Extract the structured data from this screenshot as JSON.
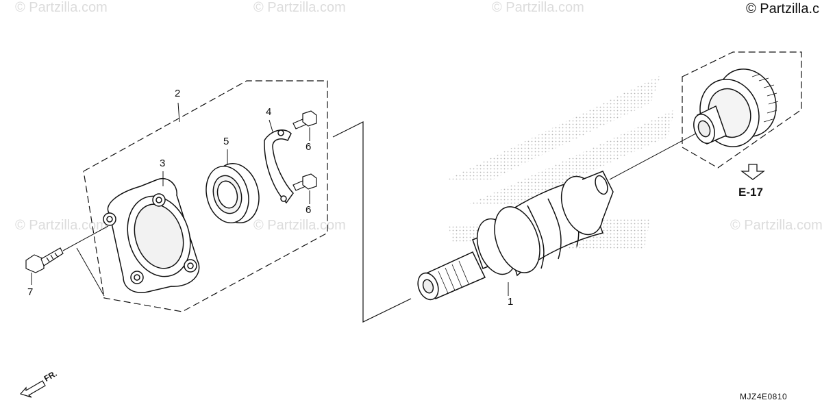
{
  "watermarks": {
    "text": "© Partzilla.com",
    "copyright": "© Partzilla.c"
  },
  "callouts": [
    "1",
    "2",
    "3",
    "4",
    "5",
    "6",
    "6",
    "7"
  ],
  "reference": "E-17",
  "diagram_code": "MJZ4E0810",
  "direction_label": "FR."
}
